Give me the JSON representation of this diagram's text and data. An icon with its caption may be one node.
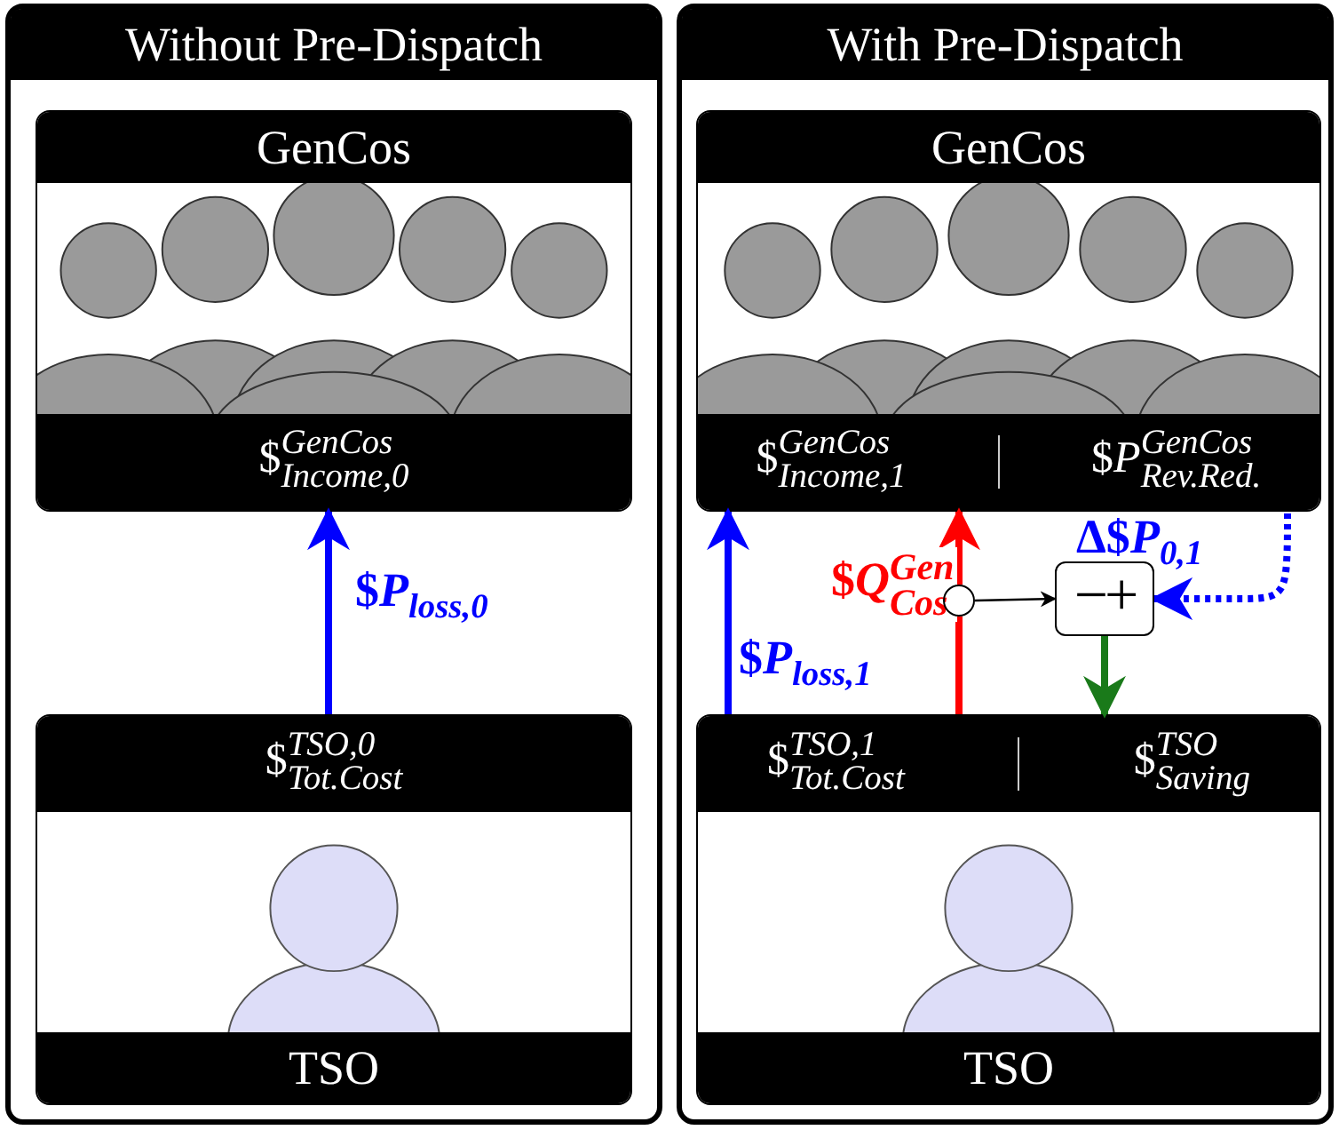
{
  "diagram": {
    "nodes": [
      {
        "text": [
          "Without Pre-Dispatch"
        ]
      },
      {
        "text": [
          "GenCos",
          "$$^{GenCos}$$_{Income,0}$"
        ],
        "in": 0
      },
      {
        "text": [
          "$$^{TSO,0}$$_{Tot.Cost}$",
          "TSO"
        ],
        "in": 0
      },
      {
        "text": [
          "With Pre-Dispatch"
        ]
      },
      {
        "text": [
          "GenCos",
          "$$^{GenCos}$$_{Income,1}$",
          "$*P*$^{GenCos}$$_{Rev.Red.}$"
        ],
        "in": 3
      },
      {
        "text": [
          "$$^{TSO,1}$$_{Tot.Cost}$",
          "$$^{TSO}$$_{Saving}$",
          "TSO"
        ],
        "in": 3
      },
      {
        "text": [],
        "shape": "circle",
        "in": 3
      },
      {
        "text": [
          "−+"
        ],
        "in": 3
      }
    ],
    "edges": [
      {
        "from": 2,
        "to": 1,
        "arrow": "to",
        "label": "$*P*$_{loss,0}$"
      },
      {
        "from": 5,
        "to": 4,
        "arrow": "to",
        "label": "$*P*$_{loss,1}$"
      },
      {
        "from": 5,
        "to": 6,
        "arrow": "none",
        "color": "#ff0000"
      },
      {
        "from": 6,
        "to": 4,
        "arrow": "to",
        "label": "$*Q*$^{Gen}$$_{Cos}$",
        "color": "#ff0000"
      },
      {
        "from": 6,
        "to": 7,
        "arrow": "to",
        "color": "#000000"
      },
      {
        "from": 4,
        "to": 7,
        "arrow": "to",
        "label": "Δ$*P*$_{0,1}$",
        "style": "dashed"
      },
      {
        "from": 7,
        "to": 5,
        "arrow": "to",
        "color": "#1a7a1a"
      }
    ]
  }
}
